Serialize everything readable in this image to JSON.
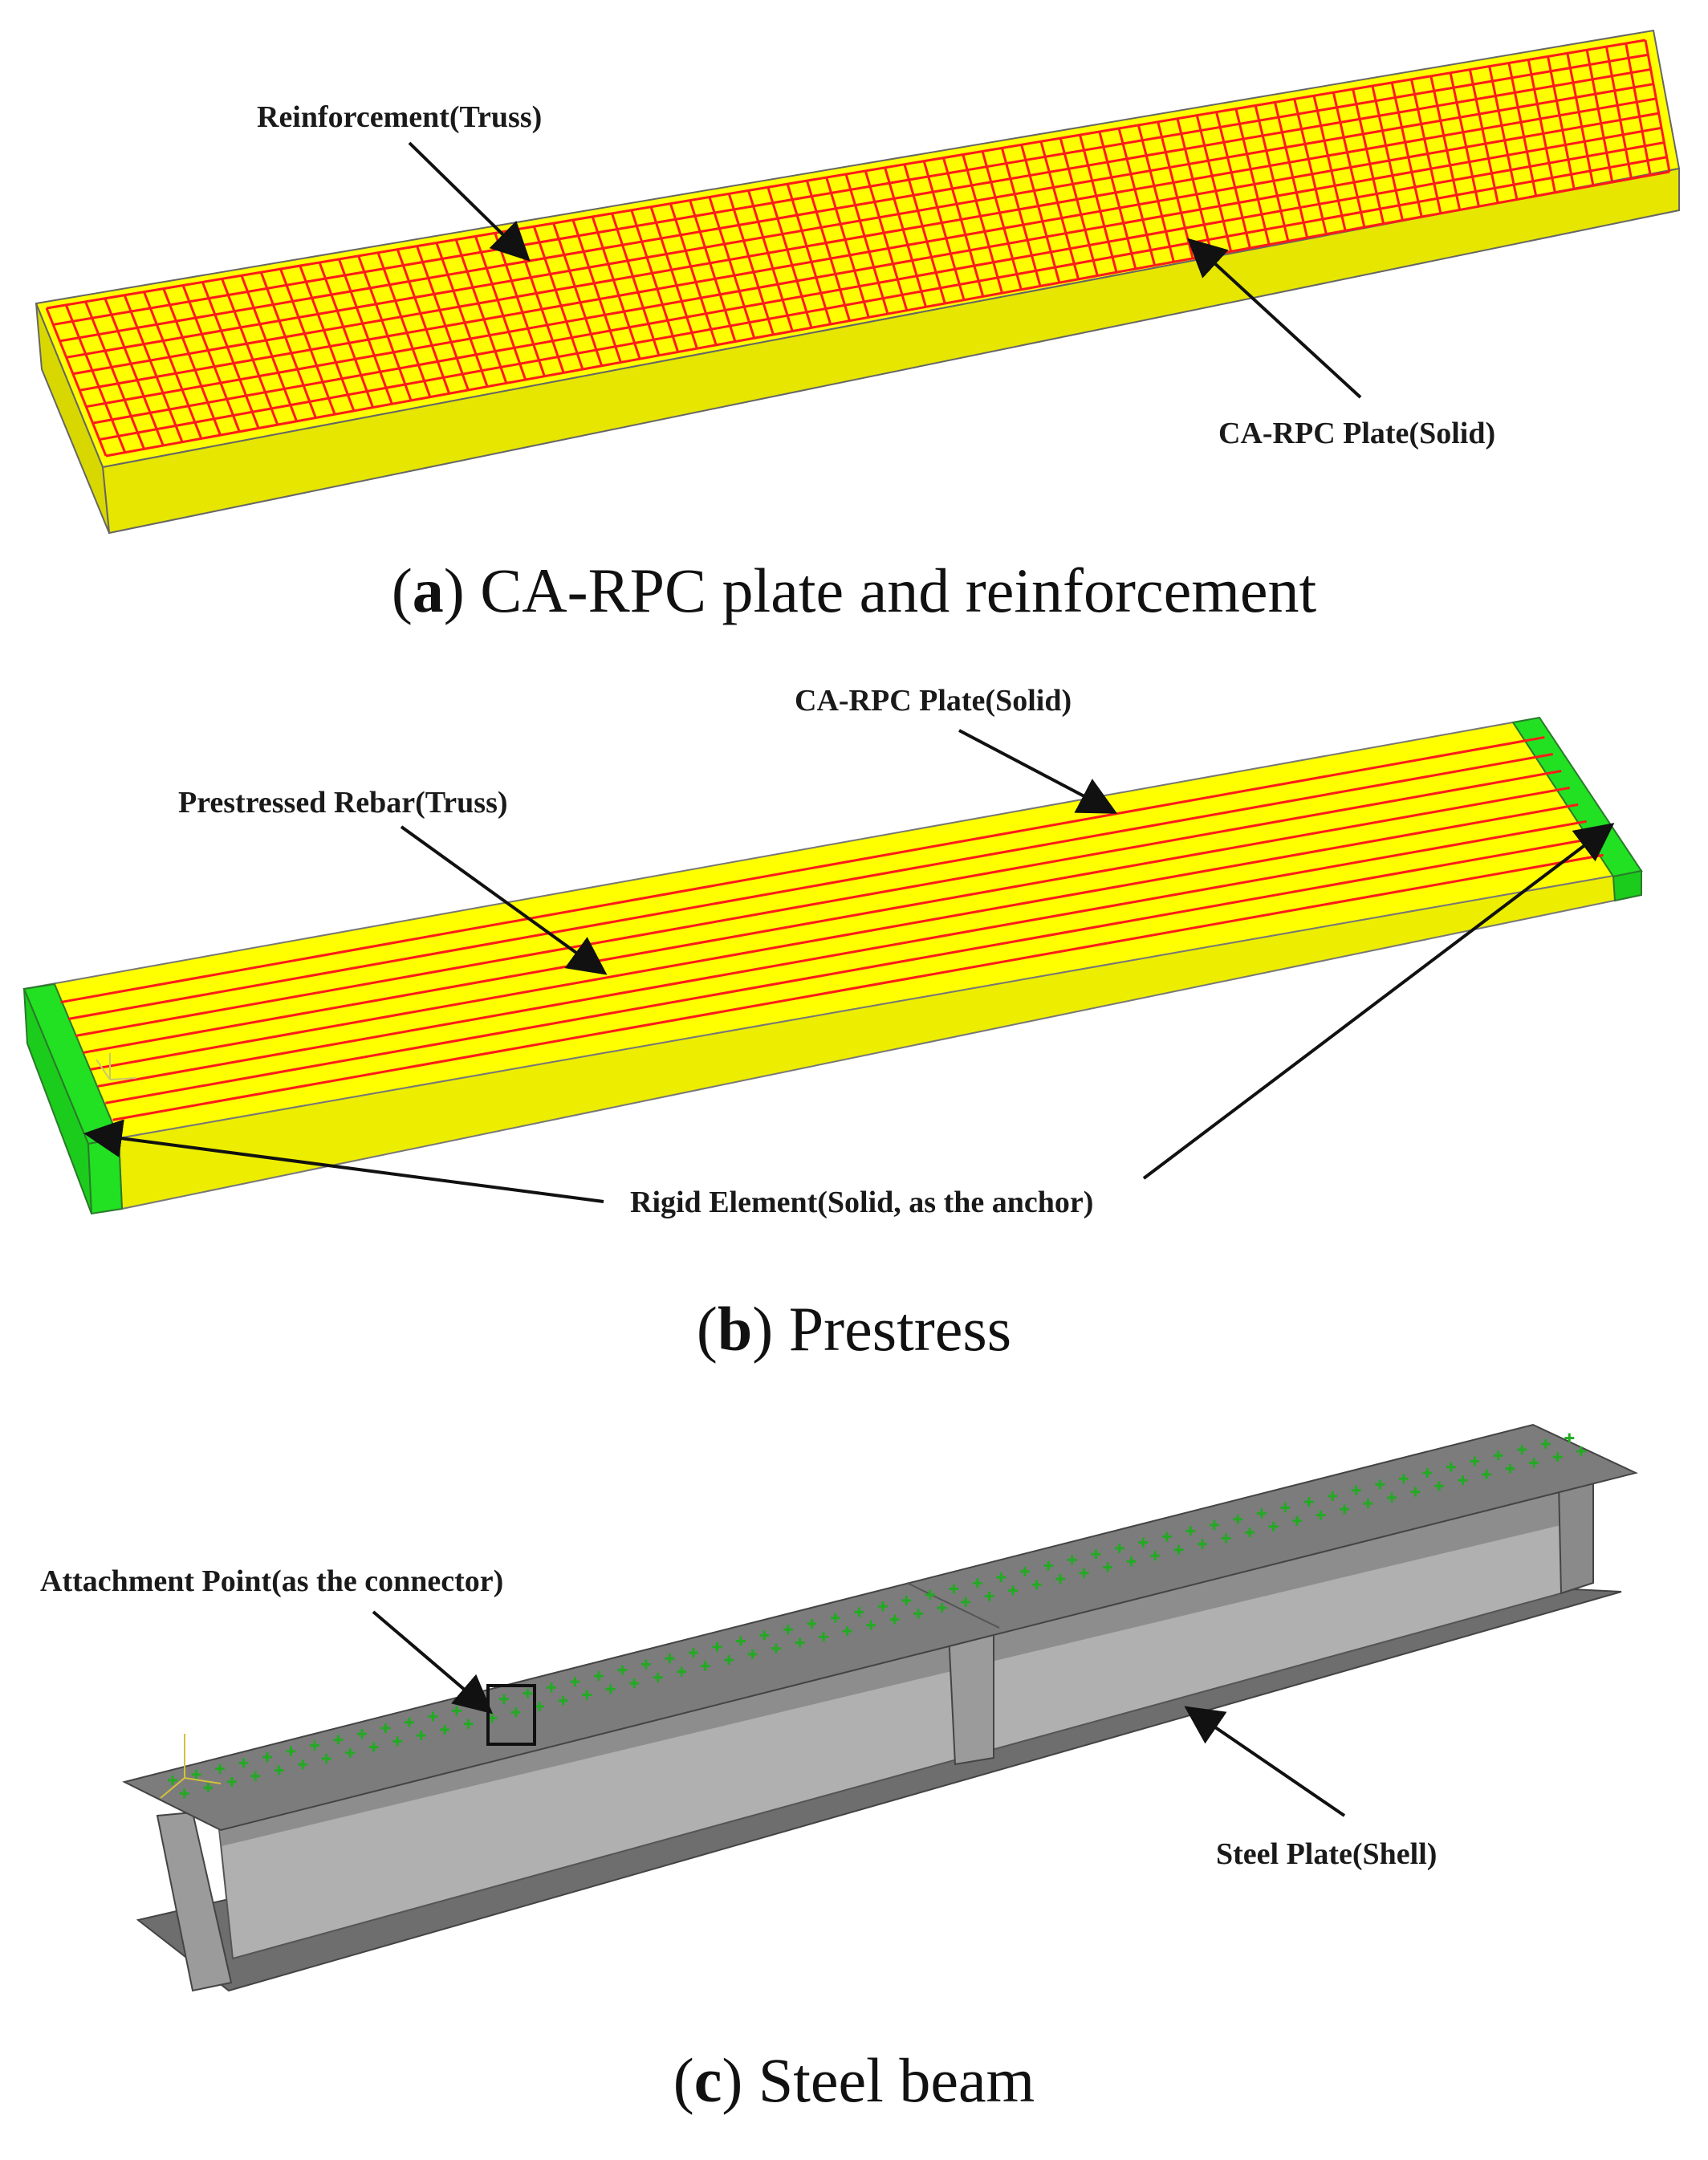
{
  "colors": {
    "concrete": "#ffff00",
    "concrete_side": "#e0e000",
    "rebar": "#ff1a1a",
    "anchor": "#22e022",
    "steel_top": "#7a7a7a",
    "steel_web": "#a9a9a9",
    "connector": "#22aa22"
  },
  "panels": [
    {
      "id": "a",
      "caption_letter": "a",
      "caption_text": "CA-RPC plate and reinforcement",
      "labels": {
        "reinforcement": "Reinforcement(Truss)",
        "plate": "CA-RPC Plate(Solid)"
      }
    },
    {
      "id": "b",
      "caption_letter": "b",
      "caption_text": "Prestress",
      "labels": {
        "plate": "CA-RPC Plate(Solid)",
        "rebar": "Prestressed Rebar(Truss)",
        "rigid": "Rigid Element(Solid, as the anchor)"
      }
    },
    {
      "id": "c",
      "caption_letter": "c",
      "caption_text": "Steel beam",
      "labels": {
        "attachment": "Attachment Point(as the connector)",
        "steel": "Steel Plate(Shell)"
      }
    }
  ],
  "icons": {
    "axis_triad": "axis-triad-icon",
    "connector_point": "plus-marker-icon"
  }
}
